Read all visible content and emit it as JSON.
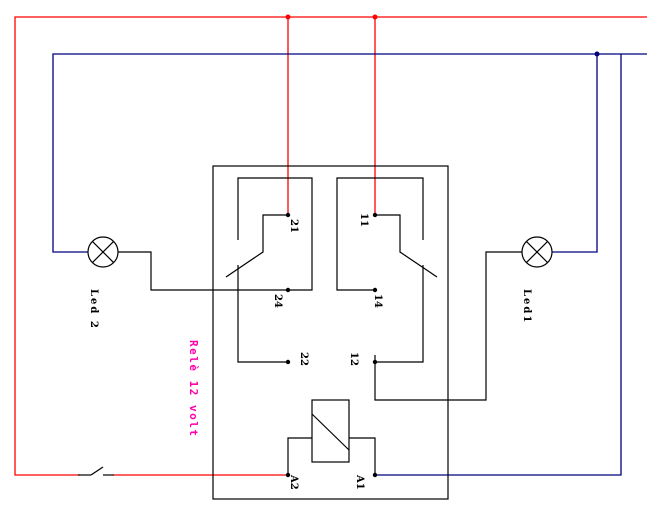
{
  "diagram": {
    "title": "Relay wiring with two LEDs",
    "colors": {
      "positive_wire": "#ff0000",
      "negative_wire": "#000080",
      "wire": "#000000",
      "relay_label": "#ff00aa"
    },
    "relay": {
      "label": "Relè 12 volt",
      "terminals": {
        "t21": "21",
        "t24": "24",
        "t22": "22",
        "t11": "11",
        "t14": "14",
        "t12": "12",
        "a1": "A1",
        "a2": "A2"
      }
    },
    "leds": {
      "led1": "Led1",
      "led2": "Led 2"
    },
    "components": [
      "lamp-led2",
      "lamp-led1",
      "switch",
      "relay-coil",
      "relay-contact-1",
      "relay-contact-2"
    ]
  }
}
